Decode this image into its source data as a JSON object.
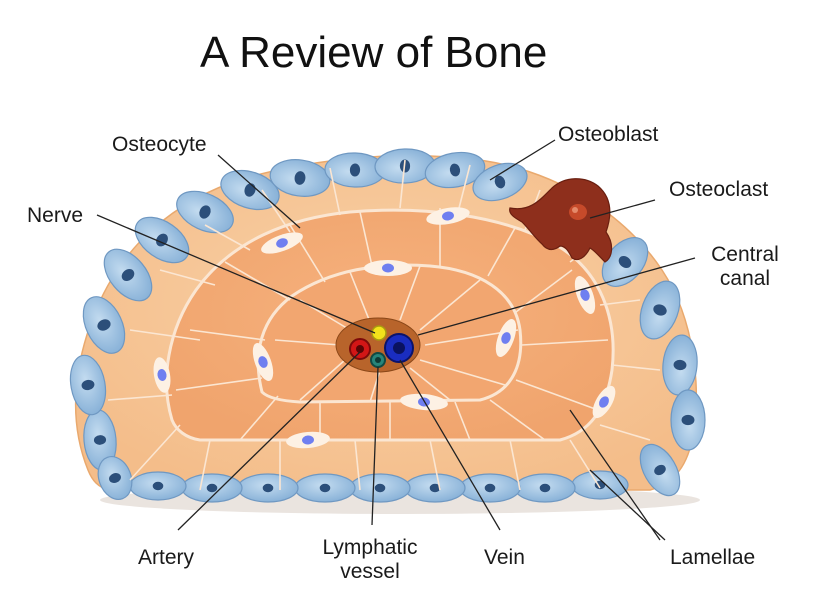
{
  "title": "A Review of Bone",
  "labels": {
    "osteocyte": "Osteocyte",
    "osteoblast": "Osteoblast",
    "osteoclast": "Osteoclast",
    "nerve": "Nerve",
    "central_canal_line1": "Central",
    "central_canal_line2": "canal",
    "artery": "Artery",
    "lymphatic_line1": "Lymphatic",
    "lymphatic_line2": "vessel",
    "vein": "Vein",
    "lamellae": "Lamellae"
  },
  "colors": {
    "outer_layer": "#f7c898",
    "inner_lamella": "#f4ad78",
    "cell_line": "#fbe6d2",
    "osteoblast_fill": "#9dc2e2",
    "osteoblast_nucleus": "#2c4f7a",
    "osteocyte_nucleus": "#6f7ff0",
    "osteoclast": "#8e2f1c",
    "canal": "#b8642b",
    "artery": "#d21616",
    "vein": "#1a2dc0",
    "nerve": "#f2e21b",
    "lymphatic": "#27857a",
    "leader_line": "#222222"
  }
}
